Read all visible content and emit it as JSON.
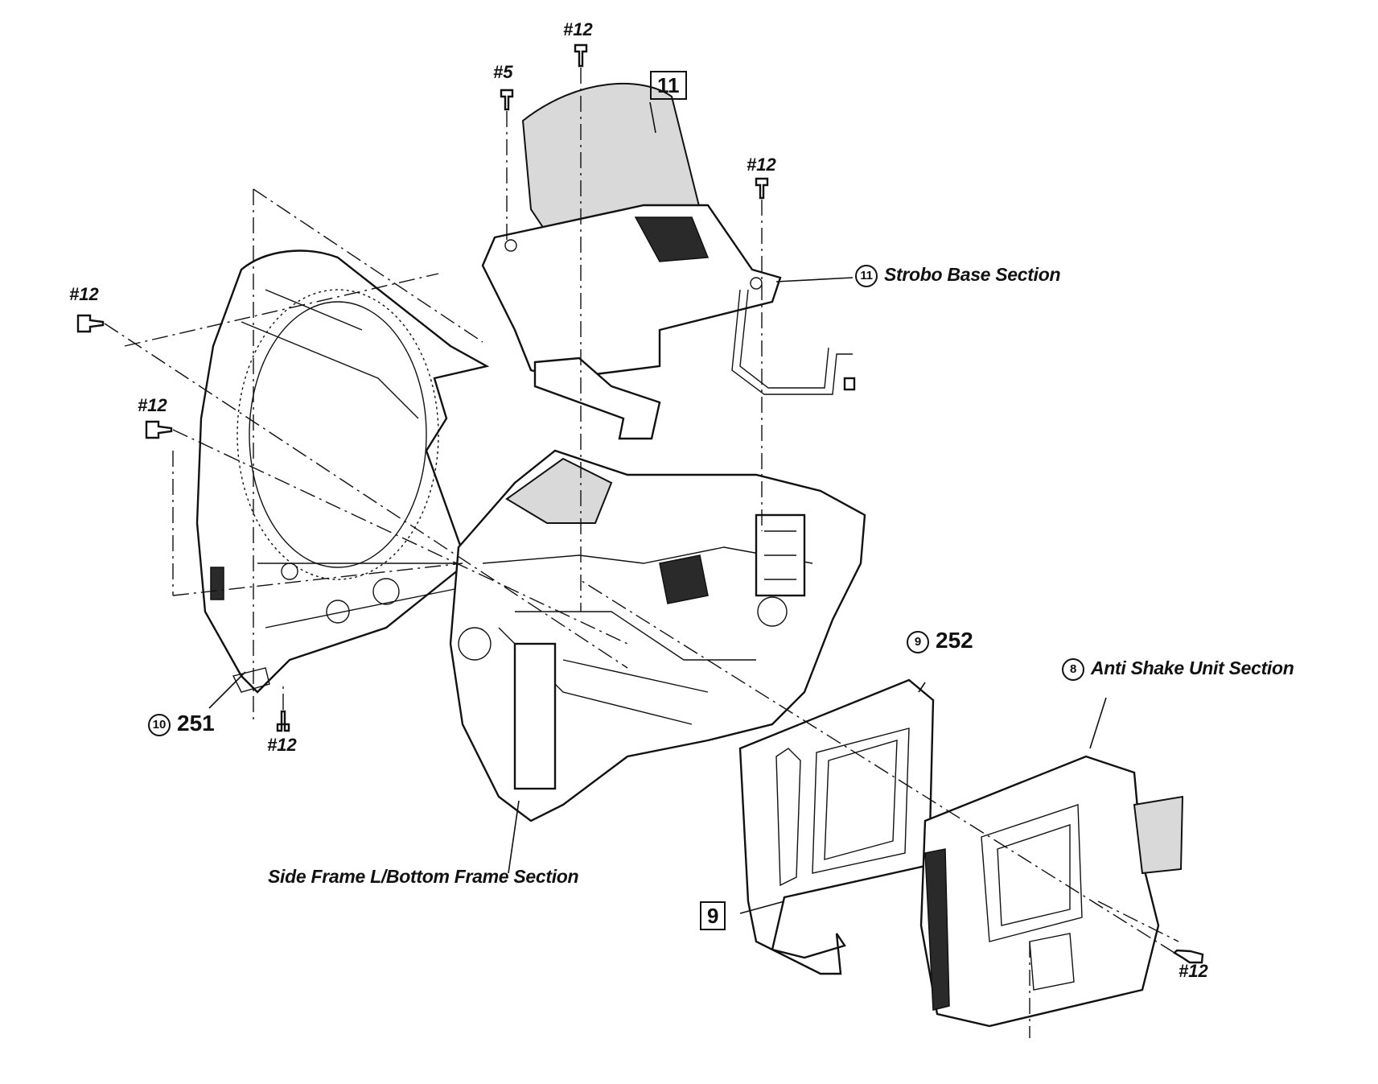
{
  "labels": {
    "screw_top_center": "#12",
    "screw_top_left": "#5",
    "screw_right_top": "#12",
    "screw_left_upper": "#12",
    "screw_left_lower": "#12",
    "screw_bottom_left": "#12",
    "screw_bottom_right": "#12",
    "part_box_11": "11",
    "part_box_9": "9",
    "ref_252_circle": "9",
    "ref_252": "252",
    "ref_251_circle": "10",
    "ref_251": "251",
    "strobo_circle": "11",
    "strobo": "Strobo Base Section",
    "anti_shake_circle": "8",
    "anti_shake": "Anti Shake Unit Section",
    "side_frame": "Side Frame L/Bottom Frame Section"
  }
}
